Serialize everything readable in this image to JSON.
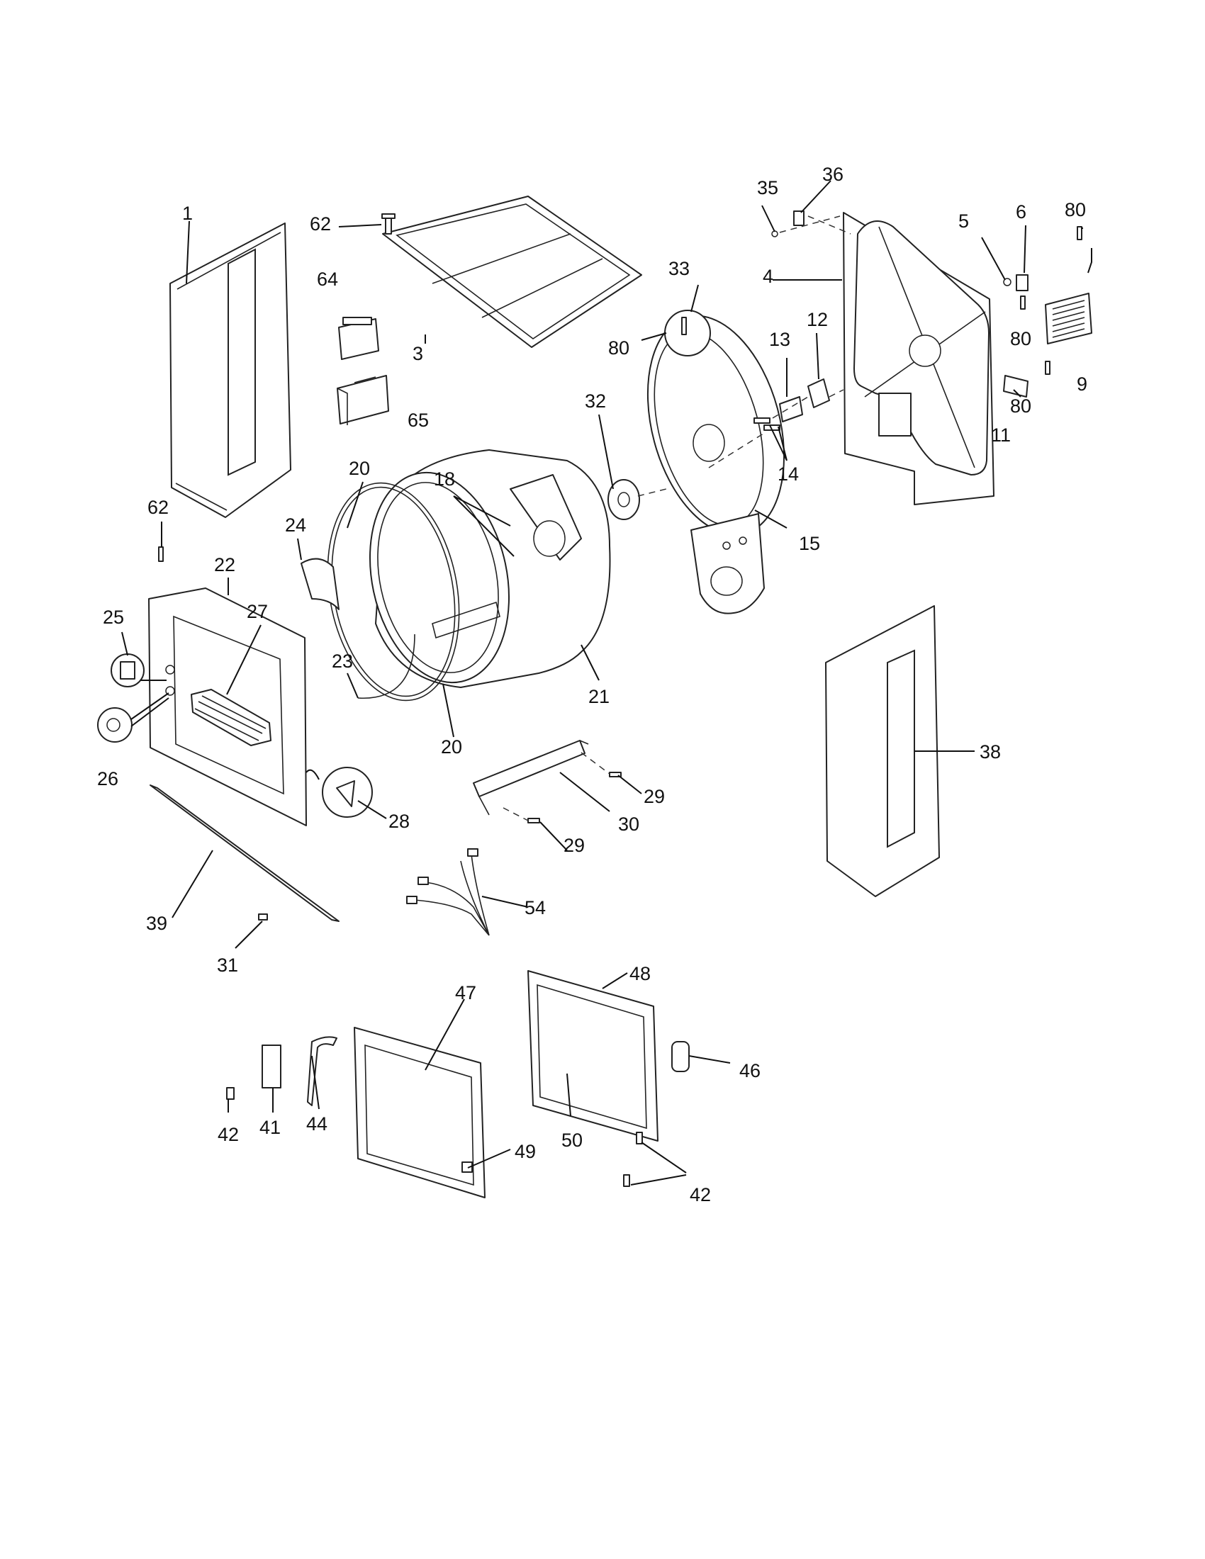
{
  "diagram": {
    "labels": [
      {
        "text": "1"
      },
      {
        "text": "62"
      },
      {
        "text": "3"
      },
      {
        "text": "64"
      },
      {
        "text": "65"
      },
      {
        "text": "35"
      },
      {
        "text": "36"
      },
      {
        "text": "5"
      },
      {
        "text": "6"
      },
      {
        "text": "80"
      },
      {
        "text": "4"
      },
      {
        "text": "80"
      },
      {
        "text": "9"
      },
      {
        "text": "33"
      },
      {
        "text": "80"
      },
      {
        "text": "12"
      },
      {
        "text": "13"
      },
      {
        "text": "80"
      },
      {
        "text": "11"
      },
      {
        "text": "14"
      },
      {
        "text": "32"
      },
      {
        "text": "18"
      },
      {
        "text": "15"
      },
      {
        "text": "20"
      },
      {
        "text": "62"
      },
      {
        "text": "24"
      },
      {
        "text": "22"
      },
      {
        "text": "27"
      },
      {
        "text": "25"
      },
      {
        "text": "23"
      },
      {
        "text": "21"
      },
      {
        "text": "20"
      },
      {
        "text": "26"
      },
      {
        "text": "38"
      },
      {
        "text": "29"
      },
      {
        "text": "30"
      },
      {
        "text": "28"
      },
      {
        "text": "29"
      },
      {
        "text": "54"
      },
      {
        "text": "39"
      },
      {
        "text": "31"
      },
      {
        "text": "48"
      },
      {
        "text": "47"
      },
      {
        "text": "46"
      },
      {
        "text": "42"
      },
      {
        "text": "41"
      },
      {
        "text": "44"
      },
      {
        "text": "50"
      },
      {
        "text": "49"
      },
      {
        "text": "42"
      }
    ]
  }
}
